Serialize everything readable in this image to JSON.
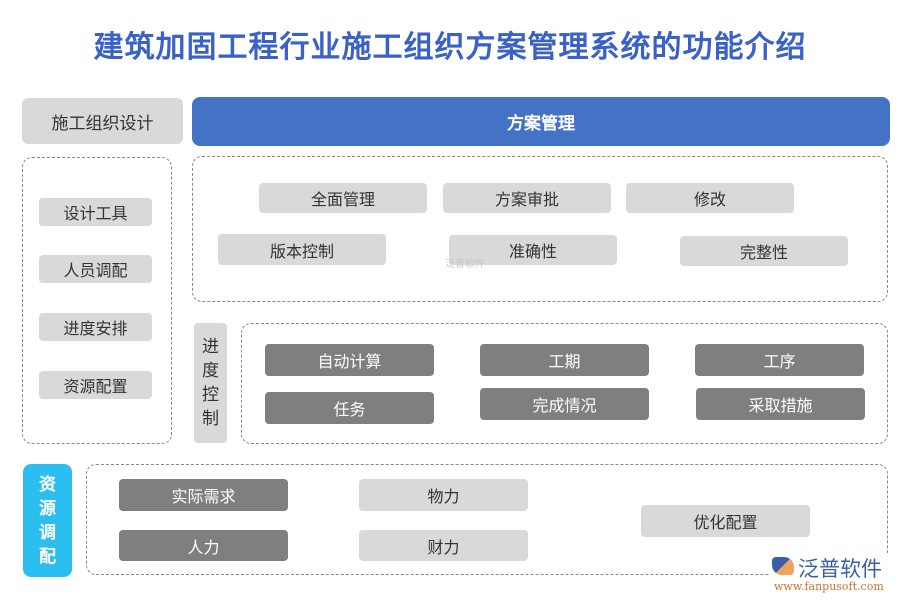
{
  "title": "建筑加固工程行业施工组织方案管理系统的功能介绍",
  "left_header": "施工组织设计",
  "main_header": "方案管理",
  "left_items": [
    "设计工具",
    "人员调配",
    "进度安排",
    "资源配置"
  ],
  "plan_items": [
    "全面管理",
    "方案审批",
    "修改",
    "版本控制",
    "准确性",
    "完整性"
  ],
  "progress_label": [
    "进",
    "度",
    "控",
    "制"
  ],
  "progress_items": [
    "自动计算",
    "工期",
    "工序",
    "任务",
    "完成情况",
    "采取措施"
  ],
  "resource_label": [
    "资",
    "源",
    "调",
    "配"
  ],
  "resource_items": [
    "实际需求",
    "物力",
    "人力",
    "财力",
    "优化配置"
  ],
  "watermark": "泛普软件",
  "logo": {
    "name": "泛普软件",
    "url": "www.fanpusoft.com"
  },
  "colors": {
    "title": "#3a62c6",
    "header": "#4472c4",
    "light_gray": "#d9d9d9",
    "dark_gray": "#7f7f7f",
    "resource_label": "#2bbef0"
  }
}
